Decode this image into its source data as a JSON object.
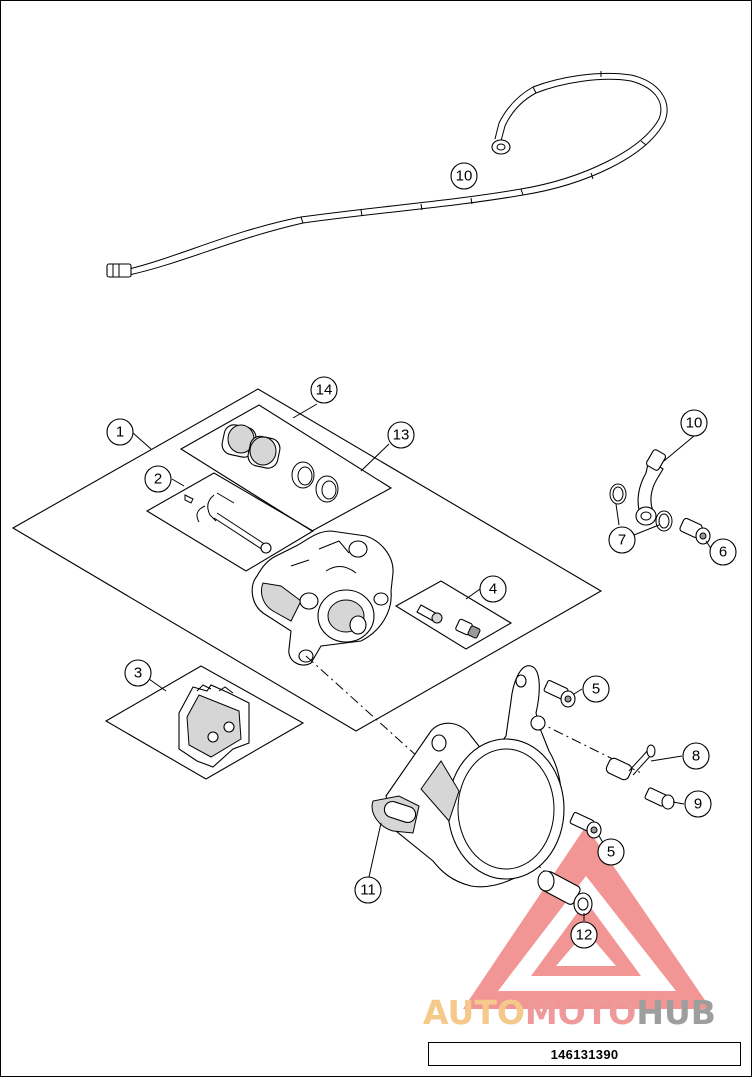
{
  "diagram": {
    "callouts": [
      {
        "id": "c1",
        "label": "1"
      },
      {
        "id": "c2",
        "label": "2"
      },
      {
        "id": "c3",
        "label": "3"
      },
      {
        "id": "c4",
        "label": "4"
      },
      {
        "id": "c5a",
        "label": "5"
      },
      {
        "id": "c5b",
        "label": "5"
      },
      {
        "id": "c6",
        "label": "6"
      },
      {
        "id": "c7",
        "label": "7"
      },
      {
        "id": "c8",
        "label": "8"
      },
      {
        "id": "c9",
        "label": "9"
      },
      {
        "id": "c10a",
        "label": "10"
      },
      {
        "id": "c10b",
        "label": "10"
      },
      {
        "id": "c11",
        "label": "11"
      },
      {
        "id": "c12",
        "label": "12"
      },
      {
        "id": "c13",
        "label": "13"
      },
      {
        "id": "c14",
        "label": "14"
      }
    ],
    "drawing_number": "146131390"
  },
  "watermark": {
    "part1": "AUTO",
    "part2": "MOTO",
    "part3": "HUB",
    "colors": {
      "auto": "#f4c98a",
      "moto": "#ef9a9a",
      "hub": "#9e9e9e",
      "triangle": "#ef7b7b"
    }
  }
}
